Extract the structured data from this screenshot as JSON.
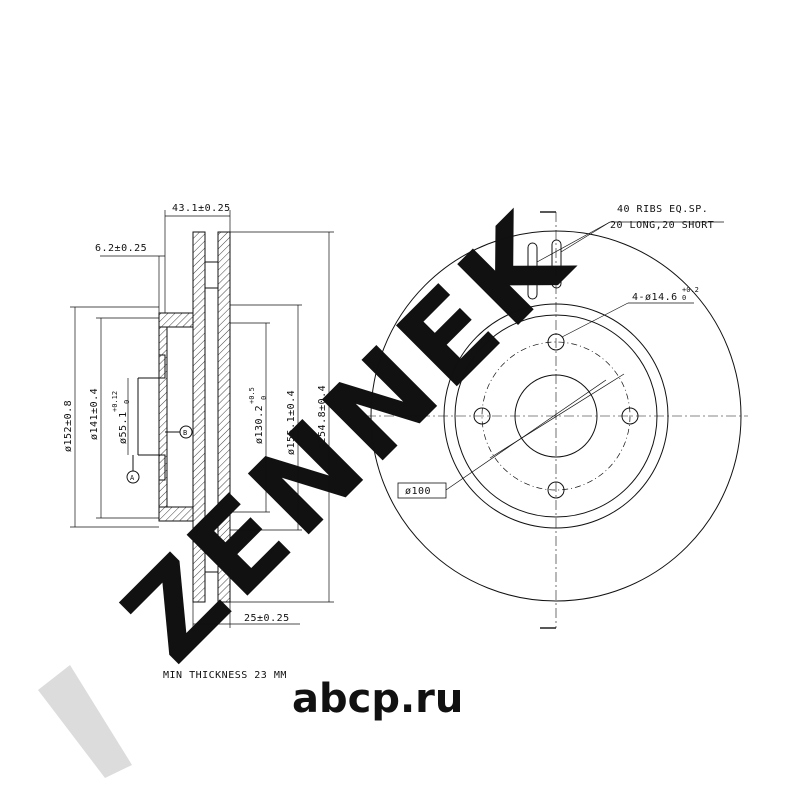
{
  "watermark": {
    "brand": "ZENNEK",
    "site_logo": "abcp.ru",
    "color": "#dcdcdc"
  },
  "side_view": {
    "dims": {
      "total_width": "43.1±0.25",
      "hat_thickness": "6.2±0.25",
      "dia_152": "ø152±0.8",
      "dia_141": "ø141±0.4",
      "dia_55": "ø55.1",
      "dia_55_tol_upper": "+0.12",
      "dia_55_tol_lower": "0",
      "dia_130": "ø130.2",
      "dia_130_tol_upper": "+0.5",
      "dia_130_tol_lower": "0",
      "dia_155": "ø155.1±0.4",
      "dia_254": "ø254.8±0.4",
      "disc_thickness": "25±0.25"
    },
    "datum_a": "A",
    "datum_b": "B"
  },
  "front_view": {
    "ribs_line1": "40 RIBS EQ.SP.",
    "ribs_line2": "20 LONG,20 SHORT",
    "holes": "4-ø14.6",
    "holes_tol_upper": "+0.2",
    "holes_tol_lower": "0",
    "pcd": "ø100"
  },
  "note": "MIN THICKNESS 23 MM",
  "colors": {
    "line": "#111111",
    "watermark": "#dcdcdc"
  }
}
